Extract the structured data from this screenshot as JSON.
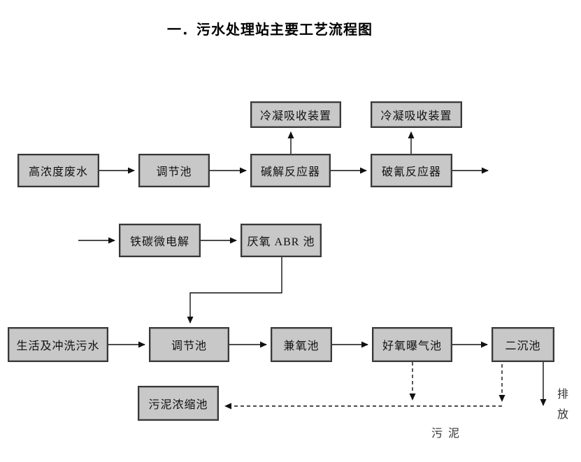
{
  "page": {
    "title": "一．污水处理站主要工艺流程图"
  },
  "colors": {
    "background": "#ffffff",
    "box_fill": "#c8c8c8",
    "box_border": "#383838",
    "line": "#111111",
    "text": "#111111"
  },
  "diagram": {
    "boxes": [
      {
        "id": "condenser-absorber-1",
        "label": "冷凝吸收装置"
      },
      {
        "id": "condenser-absorber-2",
        "label": "冷凝吸收装置"
      },
      {
        "id": "high-concentration-wastewater",
        "label": "高浓度废水"
      },
      {
        "id": "regulating-tank-1",
        "label": "调节池"
      },
      {
        "id": "alkaline-hydrolysis-reactor",
        "label": "碱解反应器"
      },
      {
        "id": "cyanide-breaking-reactor",
        "label": "破氰反应器"
      },
      {
        "id": "iron-carbon-microelectrolysis",
        "label": "铁碳微电解"
      },
      {
        "id": "anaerobic-abr-tank",
        "label": "厌氧 ABR 池"
      },
      {
        "id": "domestic-flushing-sewage",
        "label": "生活及冲洗污水"
      },
      {
        "id": "regulating-tank-2",
        "label": "调节池"
      },
      {
        "id": "facultative-tank",
        "label": "兼氧池"
      },
      {
        "id": "aerobic-aeration-tank",
        "label": "好氧曝气池"
      },
      {
        "id": "secondary-sedimentation-tank",
        "label": "二沉池"
      },
      {
        "id": "sludge-thickening-tank",
        "label": "污泥浓缩池"
      }
    ],
    "labels": [
      {
        "id": "discharge",
        "text": "排放"
      },
      {
        "id": "sludge",
        "text": "污 泥"
      }
    ]
  }
}
